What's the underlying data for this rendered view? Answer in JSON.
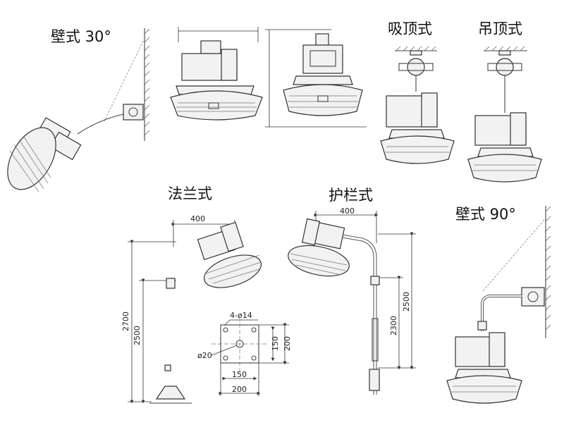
{
  "titles": {
    "wall30": "壁式 30°",
    "ceiling": "吸顶式",
    "pendant": "吊顶式",
    "flange": "法兰式",
    "railing": "护栏式",
    "wall90": "壁式 90°"
  },
  "dimensions": {
    "flange_reach": "400",
    "flange_height_total": "2700",
    "flange_height_pole": "2500",
    "plate_holes": "4-ø14",
    "plate_bore": "ø20",
    "plate_inner_h": "150",
    "plate_outer_h": "200",
    "plate_inner_w": "150",
    "plate_outer_w": "200",
    "railing_reach": "400",
    "railing_height_total": "2500",
    "railing_height_pole": "2300"
  }
}
